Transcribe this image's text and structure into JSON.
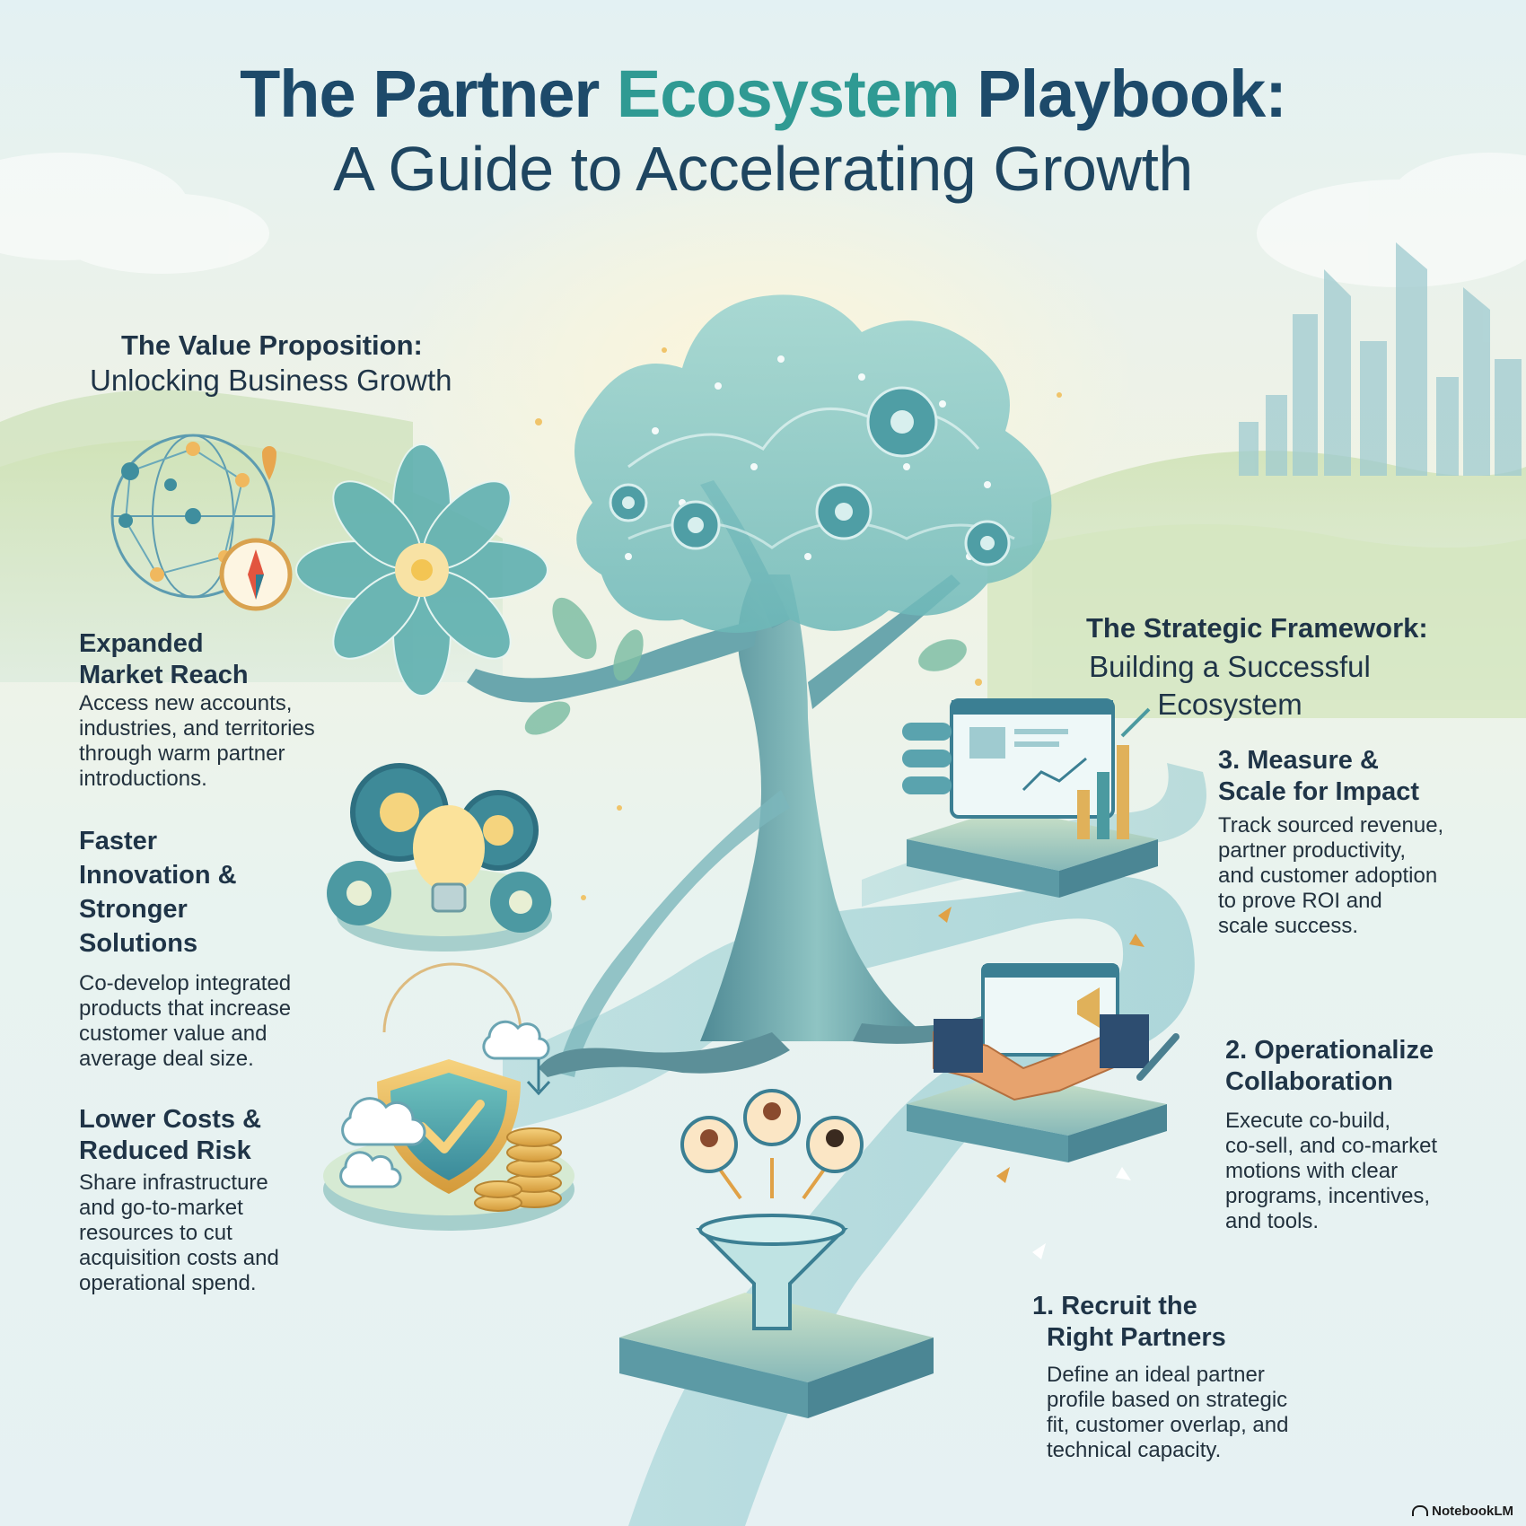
{
  "header": {
    "title_part1": "The Partner ",
    "title_accent": "Ecosystem",
    "title_part2": " Playbook:",
    "subtitle": "A Guide to Accelerating Growth"
  },
  "value_proposition": {
    "title": "The Value Proposition:",
    "subtitle": "Unlocking Business Growth",
    "items": [
      {
        "heading_lines": [
          "Expanded",
          "Market Reach"
        ],
        "body_lines": [
          "Access new accounts,",
          "industries, and territories",
          "through warm partner",
          "introductions."
        ]
      },
      {
        "heading_lines": [
          "Faster",
          "Innovation &",
          "Stronger",
          "Solutions"
        ],
        "body_lines": [
          "Co-develop integrated",
          "products that increase",
          "customer value and",
          "average deal size."
        ]
      },
      {
        "heading_lines": [
          "Lower Costs &",
          "Reduced Risk"
        ],
        "body_lines": [
          "Share infrastructure",
          "and go-to-market",
          "resources to cut",
          "acquisition costs and",
          "operational spend."
        ]
      }
    ]
  },
  "strategic_framework": {
    "title": "The Strategic Framework:",
    "subtitle_lines": [
      "Building a Successful",
      "Ecosystem"
    ],
    "steps": [
      {
        "heading_lines": [
          "3. Measure &",
          "Scale for Impact"
        ],
        "body_lines": [
          "Track sourced revenue,",
          "partner productivity,",
          "and customer adoption",
          "to prove ROI and",
          "scale success."
        ]
      },
      {
        "heading_lines": [
          "2. Operationalize",
          "Collaboration"
        ],
        "body_lines": [
          "Execute co-build,",
          "co-sell, and co-market",
          "motions with clear",
          "programs, incentives,",
          "and tools."
        ]
      },
      {
        "heading_lines": [
          "1. Recruit the",
          "Right Partners"
        ],
        "body_lines": [
          "Define an ideal partner",
          "profile based on strategic",
          "fit, customer overlap, and",
          "technical capacity."
        ]
      }
    ]
  },
  "footer": {
    "brand": "NotebookLM"
  },
  "icons": {
    "network": "globe-network-icon",
    "compass": "compass-icon",
    "flower": "network-flower-icon",
    "gears_bulb": "gears-lightbulb-icon",
    "shield": "shield-check-icon",
    "coins": "coin-stack-icon",
    "cloud": "cloud-icon",
    "download": "download-arrow-icon",
    "tree": "network-tree-icon",
    "dashboard": "dashboard-chart-icon",
    "handshake": "handshake-icon",
    "people_funnel": "people-funnel-icon",
    "gear": "gear-icon",
    "megaphone": "megaphone-icon",
    "wrench": "wrench-icon",
    "city": "city-skyline-icon"
  },
  "colors": {
    "title_dark": "#1d4a6a",
    "title_accent": "#2f9a93",
    "teal": "#5fb6b4",
    "gold": "#e3b25a",
    "background": "#eaf4f3"
  }
}
